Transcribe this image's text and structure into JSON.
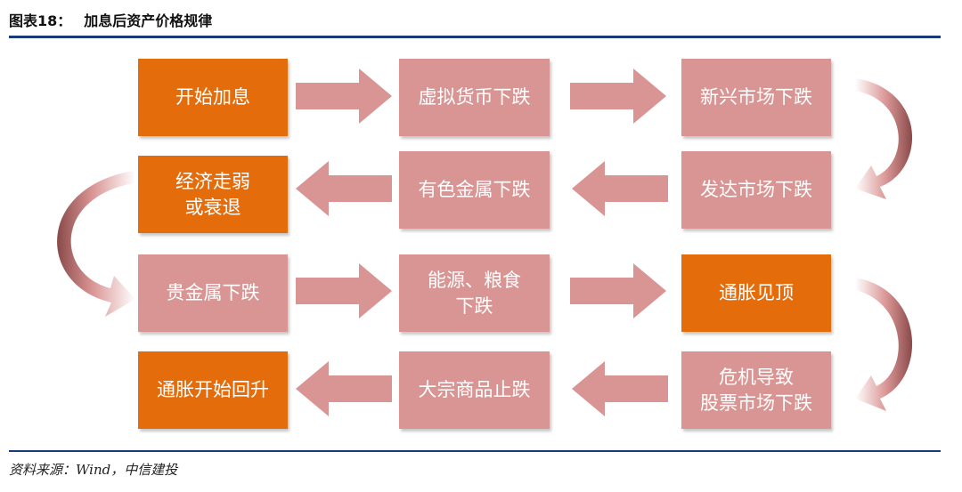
{
  "header": {
    "figure_label": "图表18：",
    "title": "加息后资产价格规律"
  },
  "source": "资料来源：Wind，中信建投",
  "colors": {
    "key_node": "#e46c0a",
    "node": "#d99594",
    "arrow": "#d99594",
    "rule": "#1b3a78"
  },
  "nodes": [
    {
      "lines": [
        "开始加息"
      ],
      "type": "key"
    },
    {
      "lines": [
        "虚拟货币下跌"
      ],
      "type": "normal"
    },
    {
      "lines": [
        "新兴市场下跌"
      ],
      "type": "normal"
    },
    {
      "lines": [
        "发达市场下跌"
      ],
      "type": "normal"
    },
    {
      "lines": [
        "有色金属下跌"
      ],
      "type": "normal"
    },
    {
      "lines": [
        "经济走弱",
        "或衰退"
      ],
      "type": "key"
    },
    {
      "lines": [
        "贵金属下跌"
      ],
      "type": "normal"
    },
    {
      "lines": [
        "能源、粮食",
        "下跌"
      ],
      "type": "normal"
    },
    {
      "lines": [
        "通胀见顶"
      ],
      "type": "key"
    },
    {
      "lines": [
        "危机导致",
        "股票市场下跌"
      ],
      "type": "normal"
    },
    {
      "lines": [
        "大宗商品止跌"
      ],
      "type": "normal"
    },
    {
      "lines": [
        "通胀开始回升"
      ],
      "type": "key"
    }
  ]
}
